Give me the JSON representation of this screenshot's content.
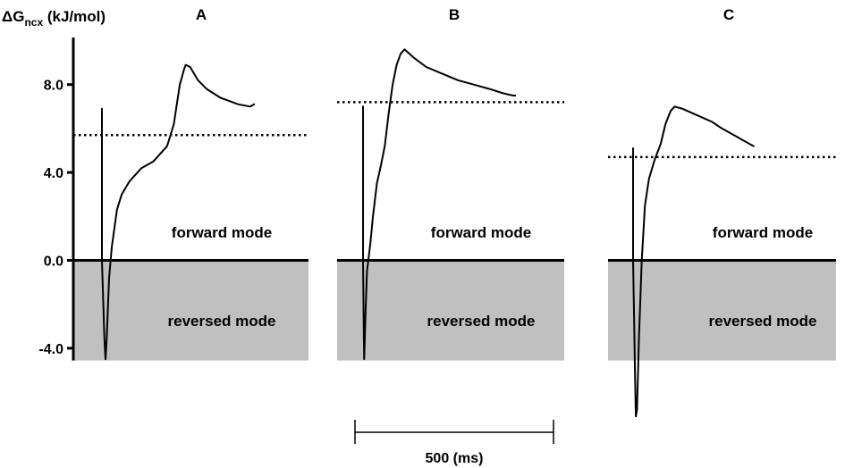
{
  "ylabel": {
    "prefix": "ΔG",
    "subscript": "ncx",
    "suffix": " (kJ/mol)"
  },
  "scale_bar": {
    "label": "500 (ms)",
    "duration_ms": 500
  },
  "colors": {
    "reversed_region": "#c0c0c0",
    "trace": "#000000",
    "axis": "#000000",
    "background": "#ffffff"
  },
  "chart_data": [
    {
      "type": "line",
      "title": "A",
      "ylim": [
        -4.6,
        10
      ],
      "yticks": [
        "8.0",
        "4.0",
        "0.0",
        "-4.0"
      ],
      "ytick_values": [
        8.0,
        4.0,
        0.0,
        -4.0
      ],
      "regions": {
        "above_zero": "forward mode",
        "below_zero": "reversed mode"
      },
      "threshold": 5.7,
      "x_unit": "ms",
      "series": [
        {
          "x": [
            0,
            0,
            6,
            9,
            12,
            18,
            25,
            38,
            50,
            70,
            100,
            130,
            165,
            182,
            197,
            208,
            212,
            223,
            243,
            265,
            300,
            345,
            375,
            385
          ],
          "y": [
            6.9,
            0.0,
            -3.5,
            -4.5,
            -3.6,
            -0.8,
            0.6,
            2.3,
            3.0,
            3.6,
            4.2,
            4.5,
            5.2,
            6.2,
            8.0,
            8.7,
            8.9,
            8.8,
            8.2,
            7.8,
            7.4,
            7.1,
            7.0,
            7.1
          ]
        }
      ]
    },
    {
      "type": "line",
      "title": "B",
      "ylim": [
        -4.6,
        10
      ],
      "yticks": [],
      "regions": {
        "above_zero": "forward mode",
        "below_zero": "reversed mode"
      },
      "threshold": 7.2,
      "x_unit": "ms",
      "series": [
        {
          "x": [
            0,
            0,
            2,
            3,
            4,
            6,
            10,
            18,
            25,
            35,
            45,
            55,
            65,
            75,
            85,
            95,
            105,
            130,
            160,
            200,
            240,
            280,
            320,
            355,
            380,
            385
          ],
          "y": [
            7.0,
            0.0,
            -3.5,
            -4.5,
            -3.8,
            -2.5,
            -0.5,
            0.7,
            2.0,
            3.5,
            4.3,
            5.2,
            6.7,
            8.0,
            8.9,
            9.4,
            9.6,
            9.2,
            8.8,
            8.5,
            8.2,
            8.0,
            7.8,
            7.6,
            7.5,
            7.5
          ]
        }
      ]
    },
    {
      "type": "line",
      "title": "C",
      "ylim": [
        -4.6,
        10
      ],
      "yticks": [],
      "regions": {
        "above_zero": "forward mode",
        "below_zero": "reversed mode"
      },
      "threshold": 4.7,
      "x_unit": "ms",
      "series": [
        {
          "x": [
            0,
            0,
            3,
            5,
            7,
            10,
            15,
            22,
            30,
            40,
            55,
            70,
            82,
            95,
            105,
            125,
            150,
            175,
            200,
            225,
            255,
            285,
            305
          ],
          "y": [
            5.1,
            0.0,
            -3.0,
            -5.3,
            -7.1,
            -6.8,
            -3.5,
            0.0,
            2.5,
            3.7,
            4.6,
            5.3,
            6.2,
            6.8,
            7.0,
            6.9,
            6.7,
            6.5,
            6.3,
            6.0,
            5.7,
            5.4,
            5.2
          ]
        }
      ]
    }
  ]
}
